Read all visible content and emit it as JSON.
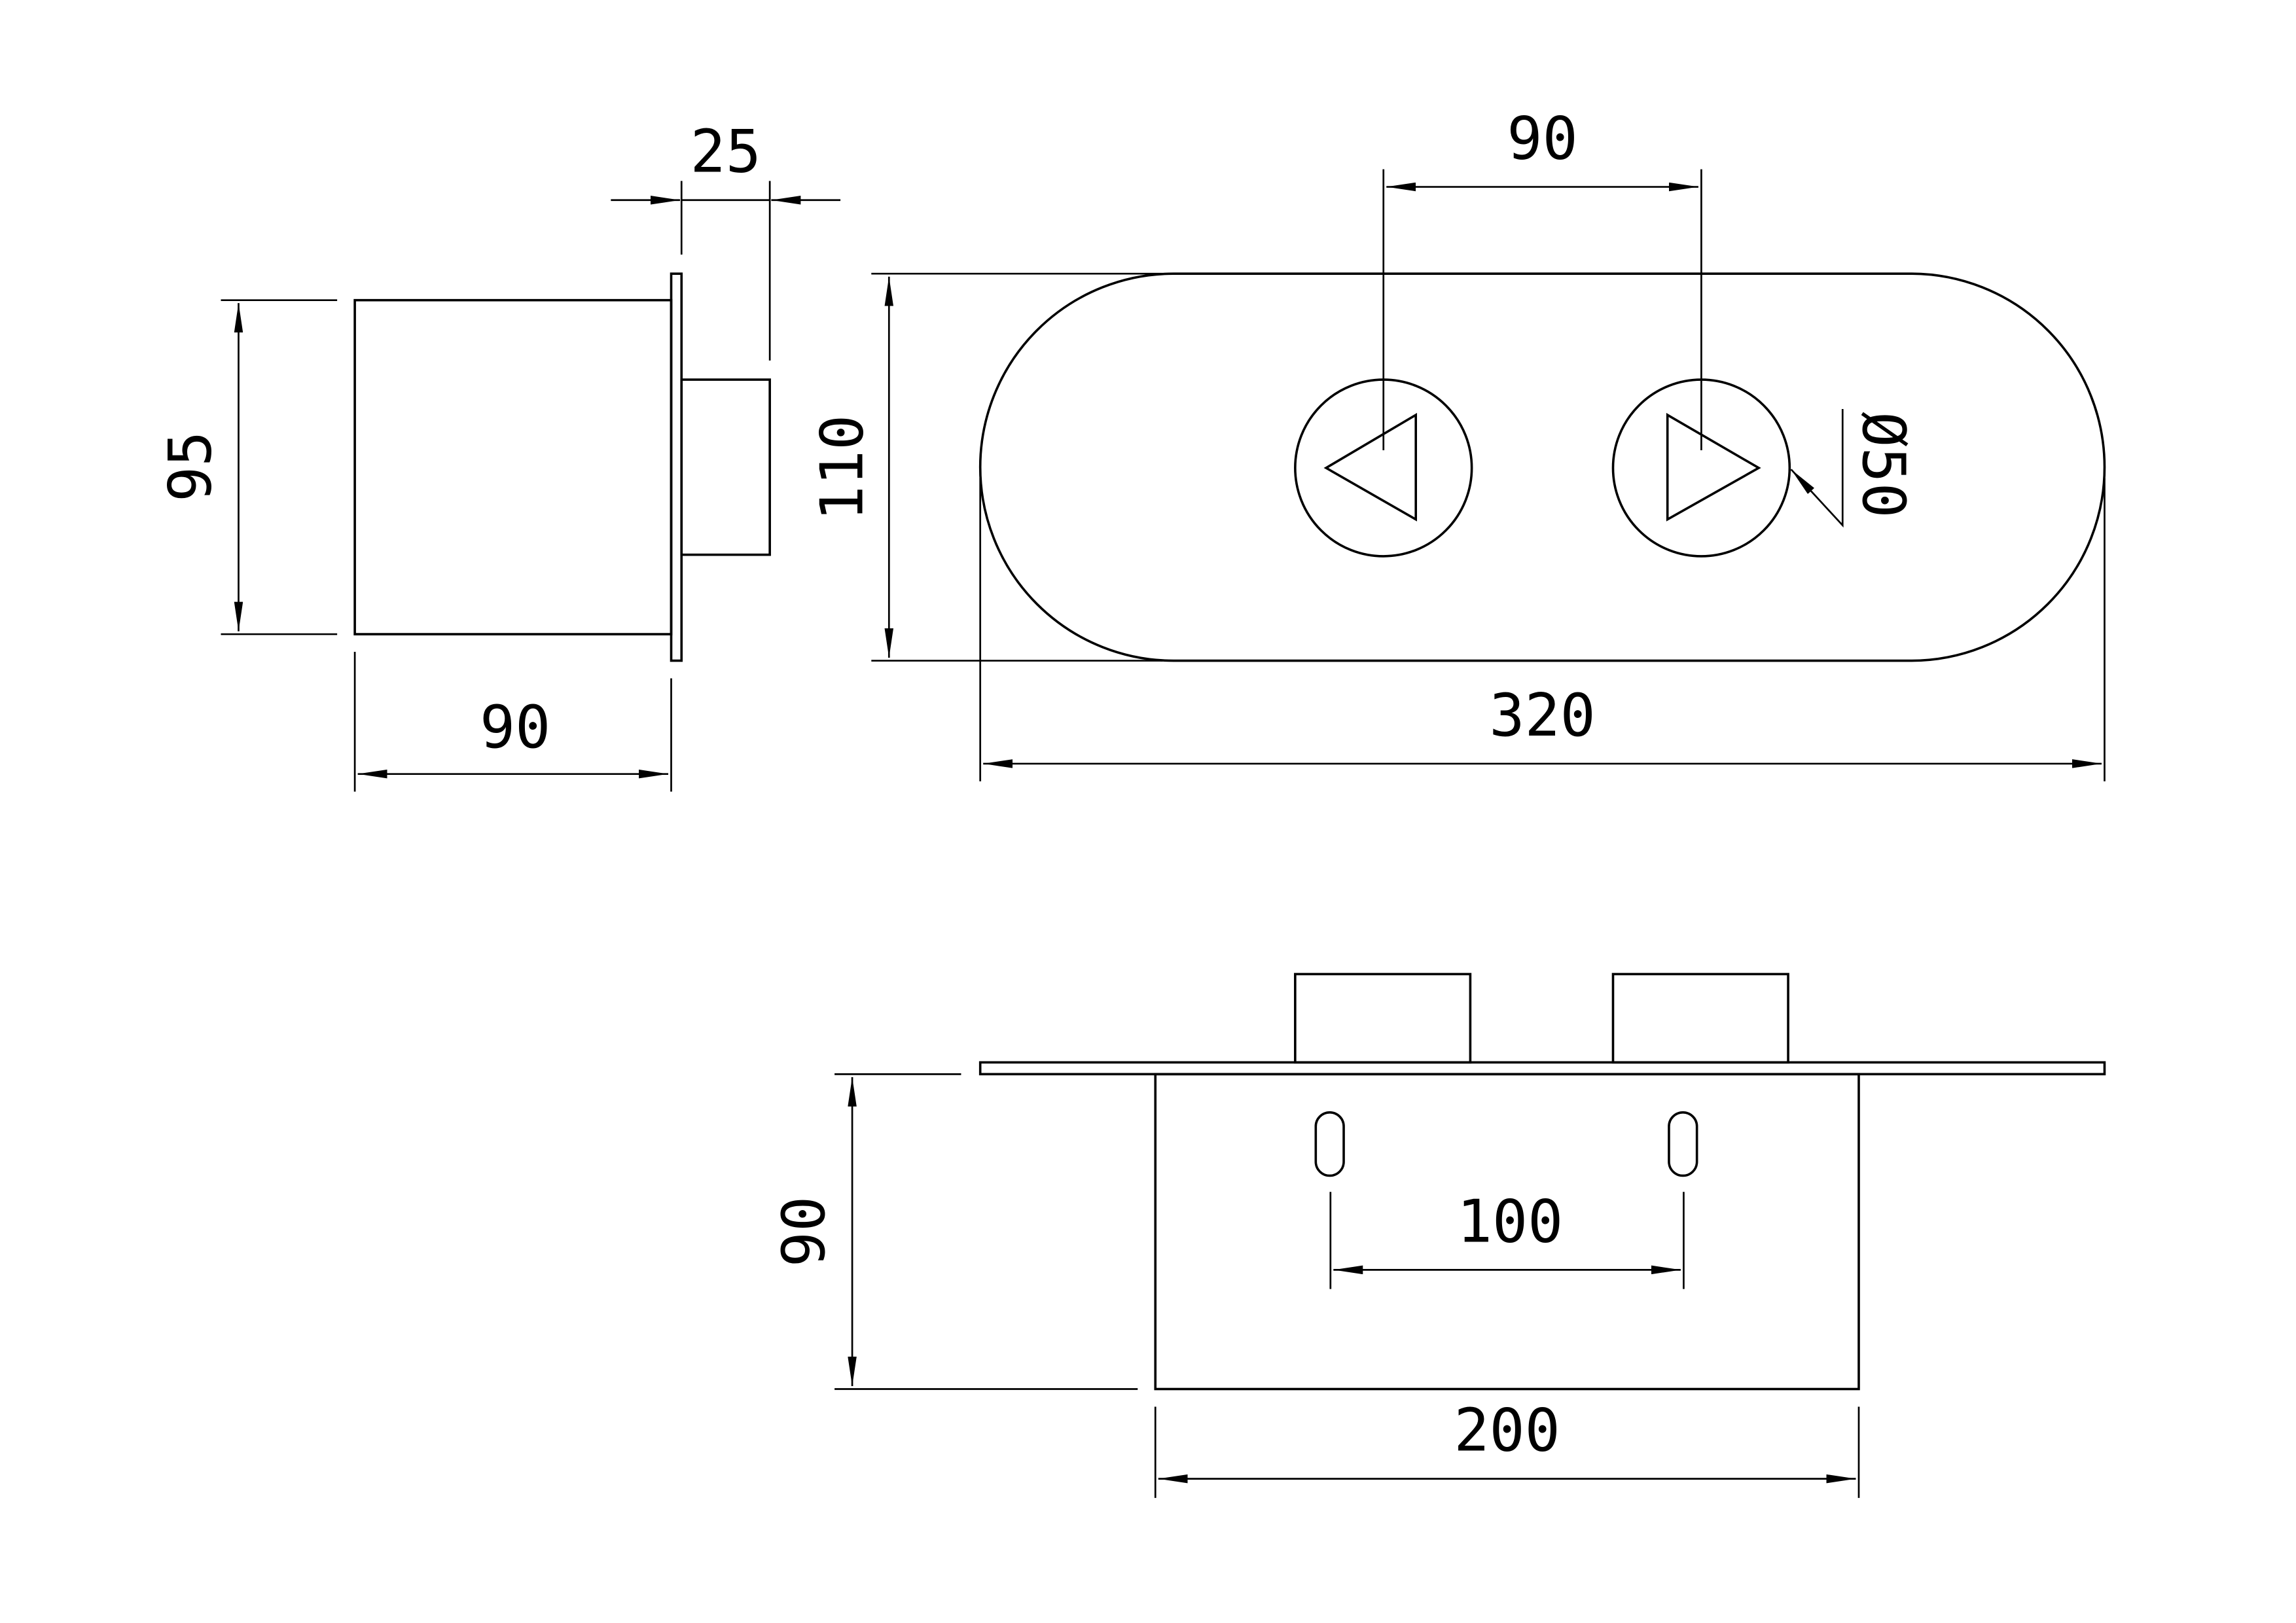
{
  "side_view": {
    "height_label": "95",
    "depth_label": "90",
    "button_depth_label": "25"
  },
  "front_view": {
    "button_spacing_label": "90",
    "height_label": "110",
    "width_label": "320",
    "button_diameter_label": "Ø50"
  },
  "bottom_view": {
    "hole_spacing_label": "100",
    "depth_label": "90",
    "body_width_label": "200"
  },
  "colors": {
    "line": "#000000",
    "background": "#ffffff"
  }
}
